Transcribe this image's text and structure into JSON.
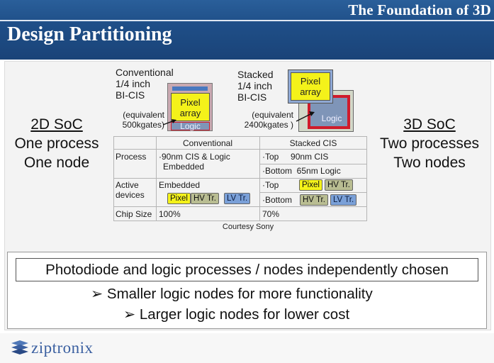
{
  "header": {
    "title": "The Foundation of 3D"
  },
  "slide": {
    "title": "Design Partitioning"
  },
  "left_side": {
    "lines": [
      "2D SoC",
      "One process",
      "One node"
    ]
  },
  "right_side": {
    "lines": [
      "3D SoC",
      "Two processes",
      "Two nodes"
    ]
  },
  "conventional": {
    "label_lines": [
      "Conventional",
      "1/4 inch",
      "BI-CIS"
    ],
    "equiv_lines": [
      "(equivalent",
      "500kgates)"
    ],
    "pixel_lines": [
      "Pixel",
      "array"
    ],
    "logic": "Logic"
  },
  "stacked": {
    "label_lines": [
      "Stacked",
      "1/4 inch",
      "BI-CIS"
    ],
    "equiv_lines": [
      "(equivalent",
      "2400kgates )"
    ],
    "pixel_lines": [
      "Pixel",
      "array"
    ],
    "logic": "Logic"
  },
  "table": {
    "headers": [
      "Conventional",
      "Stacked CIS"
    ],
    "process": {
      "label": "Process",
      "conv_lines": [
        "·90nm CIS & Logic",
        "Embedded"
      ],
      "stacked_top": "·Top     90nm CIS",
      "stacked_bottom": "·Bottom  65nm Logic"
    },
    "active": {
      "label_lines": [
        "Active",
        "devices"
      ],
      "conv_text": "Embedded",
      "conv_badges": [
        "Pixel",
        "HV Tr.",
        "LV Tr."
      ],
      "top_text": "·Top",
      "top_badges": [
        "Pixel",
        "HV Tr."
      ],
      "bottom_text": "·Bottom",
      "bottom_badges": [
        "HV Tr.",
        "LV Tr."
      ]
    },
    "chip_size": {
      "label": "Chip Size",
      "conv": "100%",
      "stacked": "70%"
    }
  },
  "courtesy": "Courtesy Sony",
  "banner": "Photodiode and logic processes / nodes independently chosen",
  "bullets": [
    "Smaller logic nodes for more functionality",
    "Larger logic nodes for lower cost"
  ],
  "bullet_marker": "➢",
  "footer": {
    "logo_text": "ziptronix"
  },
  "colors": {
    "header_blue": "#1f4f88",
    "pixel_yellow": "#f4f21a",
    "logic_red": "#d01b2b",
    "logo_blue": "#3a5fa0"
  }
}
